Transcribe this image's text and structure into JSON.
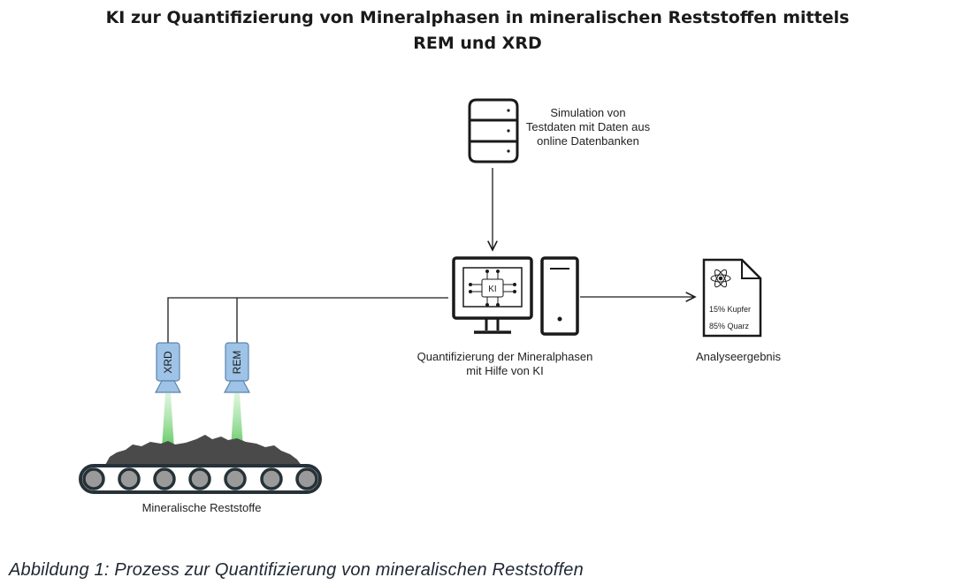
{
  "title": {
    "line1": "KI zur Quantifizierung von Mineralphasen in mineralischen Reststoffen mittels",
    "line2": "REM und XRD"
  },
  "nodes": {
    "database": {
      "icon": "database-icon",
      "label_lines": [
        "Simulation von",
        "Testdaten mit Daten aus",
        "online Datenbanken"
      ]
    },
    "computer": {
      "icon": "computer-icon",
      "chip_label": "KI",
      "label_lines": [
        "Quantifizierung der Mineralphasen",
        "mit Hilfe von KI"
      ]
    },
    "result": {
      "icon": "document-icon",
      "lines": [
        "15% Kupfer",
        "85% Quarz"
      ],
      "label": "Analyseergebnis"
    },
    "sensors": [
      {
        "label": "XRD",
        "icon": "camera-icon"
      },
      {
        "label": "REM",
        "icon": "camera-icon"
      }
    ],
    "conveyor": {
      "icon": "conveyor-belt-icon",
      "label": "Mineralische Reststoffe"
    }
  },
  "caption": "Abbildung 1: Prozess zur Quantifizierung von mineralischen Reststoffen",
  "colors": {
    "line": "#1a1a1a",
    "sensor_fill": "#9ec3e6",
    "beam": "#7ed67e",
    "material": "#4a4a4a",
    "roller": "#9a9a9a"
  }
}
